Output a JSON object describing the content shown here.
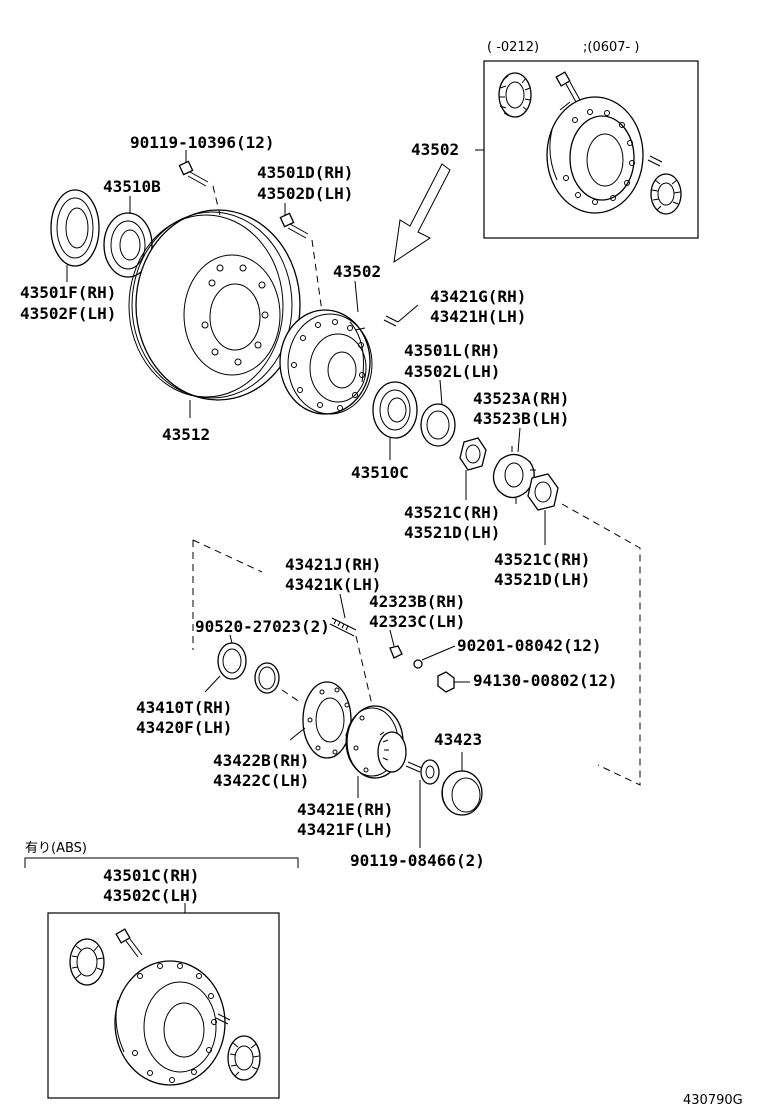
{
  "labels": {
    "l_90119_10396": "90119-10396(12)",
    "l_43510B": "43510B",
    "l_43501D": "43501D(RH)",
    "l_43502D": "43502D(LH)",
    "l_43502_top": "43502",
    "l_43501F": "43501F(RH)",
    "l_43502F": "43502F(LH)",
    "l_43502_mid": "43502",
    "l_43421G": "43421G(RH)",
    "l_43421H": "43421H(LH)",
    "l_43501L": "43501L(RH)",
    "l_43502L": "43502L(LH)",
    "l_43523A": "43523A(RH)",
    "l_43523B": "43523B(LH)",
    "l_43512": "43512",
    "l_43510C": "43510C",
    "l_43521C_a": "43521C(RH)",
    "l_43521D_a": "43521D(LH)",
    "l_43521C_b": "43521C(RH)",
    "l_43521D_b": "43521D(LH)",
    "l_43421J": "43421J(RH)",
    "l_43421K": "43421K(LH)",
    "l_42323B": "42323B(RH)",
    "l_42323C": "42323C(LH)",
    "l_90520": "90520-27023(2)",
    "l_90201": "90201-08042(12)",
    "l_94130": "94130-00802(12)",
    "l_43410T": "43410T(RH)",
    "l_43420F": "43420F(LH)",
    "l_43423": "43423",
    "l_43422B": "43422B(RH)",
    "l_43422C": "43422C(LH)",
    "l_43421E": "43421E(RH)",
    "l_43421F": "43421F(LH)",
    "l_90119_08466": "90119-08466(2)",
    "l_43501C": "43501C(RH)",
    "l_43502C": "43502C(LH)"
  },
  "top_inset": {
    "date_left": "(    -0212)",
    "date_right": ";(0607-    )"
  },
  "abs_inset": {
    "caption": "有り(ABS)"
  },
  "figure_code": "430790G"
}
